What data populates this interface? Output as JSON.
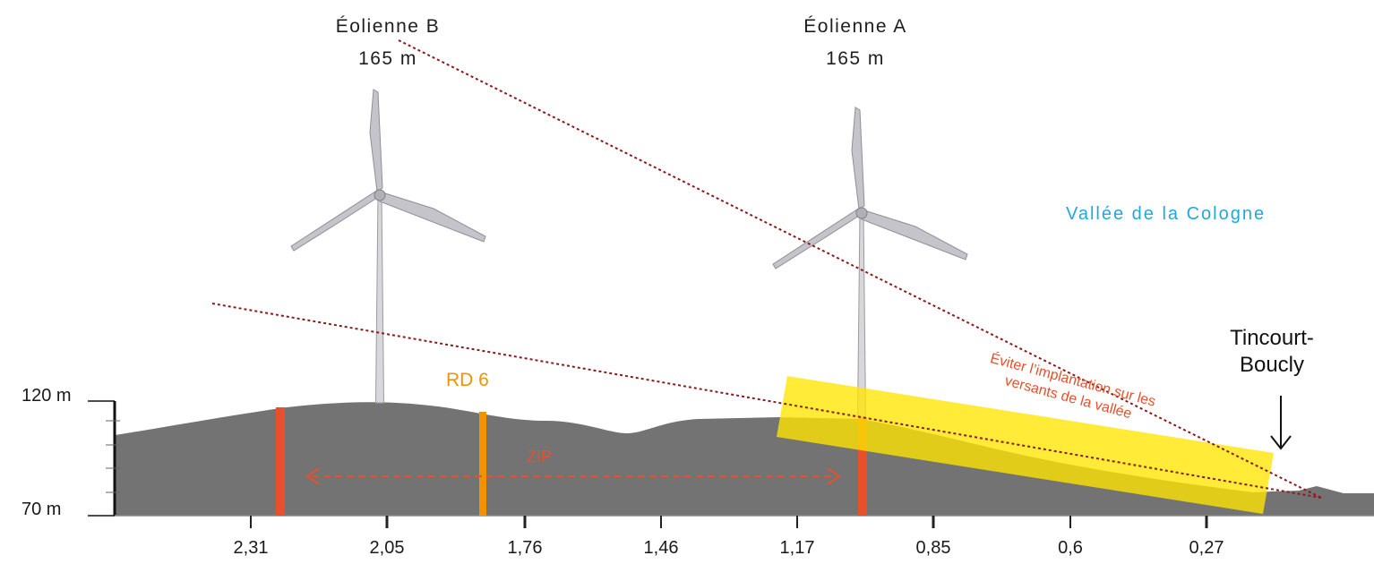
{
  "turbines": {
    "b": {
      "name": "Éolienne B",
      "height": "165 m"
    },
    "a": {
      "name": "Éolienne A",
      "height": "165 m"
    }
  },
  "valley_label": "Vallée de la Cologne",
  "village": {
    "line1": "Tincourt-",
    "line2": "Boucly"
  },
  "road_label": "RD 6",
  "zip_label": "ZIP",
  "note": {
    "line1": "Éviter l’implantation sur les",
    "line2": "versants de la vallée"
  },
  "altitude_labels": {
    "top": "120 m",
    "bottom": "70 m"
  },
  "distance_labels": [
    "2,31",
    "2,05",
    "1,76",
    "1,46",
    "1,17",
    "0,85",
    "0,6",
    "0,27"
  ],
  "colors": {
    "terrain": "#737373",
    "road_marker": "#f39200",
    "boundary_marker": "#e8502c",
    "zip_arrow": "#e8502c",
    "highlight": "#ffe600",
    "sight_line": "#8b1a1a",
    "valley_text": "#1fa8dc",
    "note_text": "#e8502c",
    "road_text": "#f39200"
  },
  "icons": [
    "wind-turbine-icon",
    "down-arrow-icon"
  ]
}
